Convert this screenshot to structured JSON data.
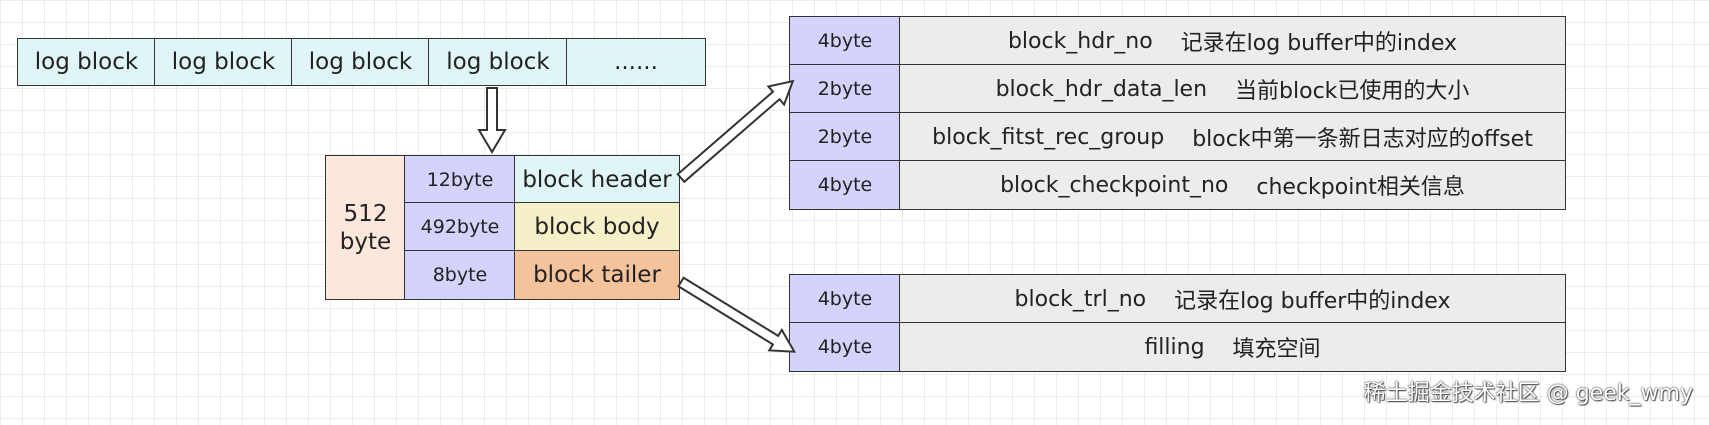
{
  "log_strip": [
    "log block",
    "log block",
    "log block",
    "log block",
    "......"
  ],
  "block": {
    "total_size_value": "512",
    "total_size_unit": "byte",
    "rows": [
      {
        "size": "12byte",
        "label": "block header"
      },
      {
        "size": "492byte",
        "label": "block body"
      },
      {
        "size": "8byte",
        "label": "block tailer"
      }
    ]
  },
  "header_fields": [
    {
      "size": "4byte",
      "name": "block_hdr_no",
      "desc": "记录在log buffer中的index"
    },
    {
      "size": "2byte",
      "name": "block_hdr_data_len",
      "desc": "当前block已使用的大小"
    },
    {
      "size": "2byte",
      "name": "block_fitst_rec_group",
      "desc": "block中第一条新日志对应的offset"
    },
    {
      "size": "4byte",
      "name": "block_checkpoint_no",
      "desc": "checkpoint相关信息"
    }
  ],
  "tailer_fields": [
    {
      "size": "4byte",
      "name": "block_trl_no",
      "desc": "记录在log buffer中的index"
    },
    {
      "size": "4byte",
      "name": "filling",
      "desc": "填充空间"
    }
  ],
  "watermark": "稀土掘金技术社区 @ geek_wmy",
  "colors": {
    "strip": "#dff5f6",
    "size": "#d3d3fb",
    "desc": "#ececec",
    "total": "#fce7dc",
    "header": "#dff5f6",
    "body": "#f6f0c8",
    "tailer": "#f4c39b"
  }
}
